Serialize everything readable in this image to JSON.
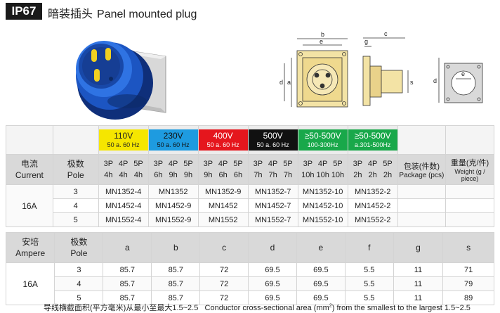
{
  "header": {
    "ip_rating": "IP67",
    "title_cn": "暗装插头",
    "title_en": "Panel mounted plug"
  },
  "drawing_labels": [
    "b",
    "e",
    "a",
    "d",
    "c",
    "g",
    "s",
    "e",
    "d"
  ],
  "voltage_bands": [
    {
      "voltage": "110V",
      "freq": "50 a. 60 Hz",
      "color": "#f5e600"
    },
    {
      "voltage": "230V",
      "freq": "50 a. 60 Hz",
      "color": "#1e9be0"
    },
    {
      "voltage": "400V",
      "freq": "50 a. 60 Hz",
      "color": "#e5161d"
    },
    {
      "voltage": "500V",
      "freq": "50 a. 60 Hz",
      "color": "#111111"
    },
    {
      "voltage": "≥50-500V",
      "freq": "100-300Hz",
      "color": "#19a84a"
    },
    {
      "voltage": "≥50-500V",
      "freq": "a.301-500Hz",
      "color": "#19a84a"
    }
  ],
  "table1": {
    "col_current": {
      "cn": "电流",
      "en": "Current"
    },
    "col_pole": {
      "cn": "极数",
      "en": "Pole"
    },
    "pin_headers": [
      {
        "poles": [
          "3P",
          "4P",
          "5P"
        ],
        "hours": [
          "4h",
          "4h",
          "4h"
        ]
      },
      {
        "poles": [
          "3P",
          "4P",
          "5P"
        ],
        "hours": [
          "6h",
          "9h",
          "9h"
        ]
      },
      {
        "poles": [
          "3P",
          "4P",
          "5P"
        ],
        "hours": [
          "9h",
          "6h",
          "6h"
        ]
      },
      {
        "poles": [
          "3P",
          "4P",
          "5P"
        ],
        "hours": [
          "7h",
          "7h",
          "7h"
        ]
      },
      {
        "poles": [
          "3P",
          "4P",
          "5P"
        ],
        "hours": [
          "10h",
          "10h",
          "10h"
        ]
      },
      {
        "poles": [
          "3P",
          "4P",
          "5P"
        ],
        "hours": [
          "2h",
          "2h",
          "2h"
        ]
      }
    ],
    "col_package": {
      "cn": "包装(件数)",
      "en": "Package (pcs)"
    },
    "col_weight": {
      "cn": "重量(克/件)",
      "en": "Weight (g / piece)"
    },
    "current": "16A",
    "rows": [
      {
        "pole": "3",
        "models": [
          "MN1352-4",
          "MN1352",
          "MN1352-9",
          "MN1352-7",
          "MN1352-10",
          "MN1352-2"
        ]
      },
      {
        "pole": "4",
        "models": [
          "MN1452-4",
          "MN1452-9",
          "MN1452",
          "MN1452-7",
          "MN1452-10",
          "MN1452-2"
        ]
      },
      {
        "pole": "5",
        "models": [
          "MN1552-4",
          "MN1552-9",
          "MN1552",
          "MN1552-7",
          "MN1552-10",
          "MN1552-2"
        ]
      }
    ]
  },
  "table2": {
    "col_ampere": {
      "cn": "安培",
      "en": "Ampere"
    },
    "col_pole": {
      "cn": "极数",
      "en": "Pole"
    },
    "dims": [
      "a",
      "b",
      "c",
      "d",
      "e",
      "f",
      "g",
      "s"
    ],
    "current": "16A",
    "rows": [
      {
        "pole": "3",
        "values": [
          "85.7",
          "85.7",
          "72",
          "69.5",
          "69.5",
          "5.5",
          "11",
          "71"
        ]
      },
      {
        "pole": "4",
        "values": [
          "85.7",
          "85.7",
          "72",
          "69.5",
          "69.5",
          "5.5",
          "11",
          "79"
        ]
      },
      {
        "pole": "5",
        "values": [
          "85.7",
          "85.7",
          "72",
          "69.5",
          "69.5",
          "5.5",
          "11",
          "89"
        ]
      }
    ]
  },
  "footer": {
    "cn": "导线横截面积(平方毫米)从最小至最大1.5~2.5",
    "en_before": "Conductor cross-sectional area (mm",
    "en_sup": "2",
    "en_after": ") from the smallest to the largest 1.5~2.5"
  }
}
